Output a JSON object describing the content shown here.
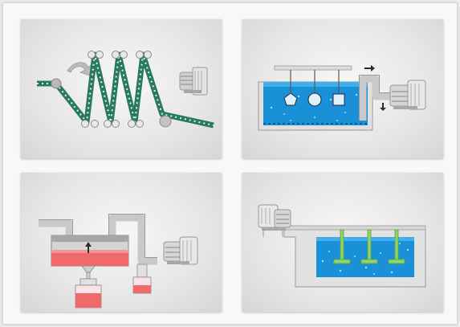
{
  "panels": [
    {
      "id": "conveyor-drying",
      "icon": "conveyor-belt-dryer-diagram"
    },
    {
      "id": "tank-aeration",
      "icon": "immersion-tank-diagram"
    },
    {
      "id": "vacuum-extraction",
      "icon": "vacuum-collection-diagram"
    },
    {
      "id": "wastewater-aeration",
      "icon": "aeration-basin-diagram"
    }
  ],
  "colors": {
    "belt": "#2a7a62",
    "water": "#1a90d8",
    "liquid_red": "#f06a6a",
    "pipe": "#c9c9c9",
    "tank_wall": "#e1e1e1",
    "aerator": "#8fd36a"
  }
}
